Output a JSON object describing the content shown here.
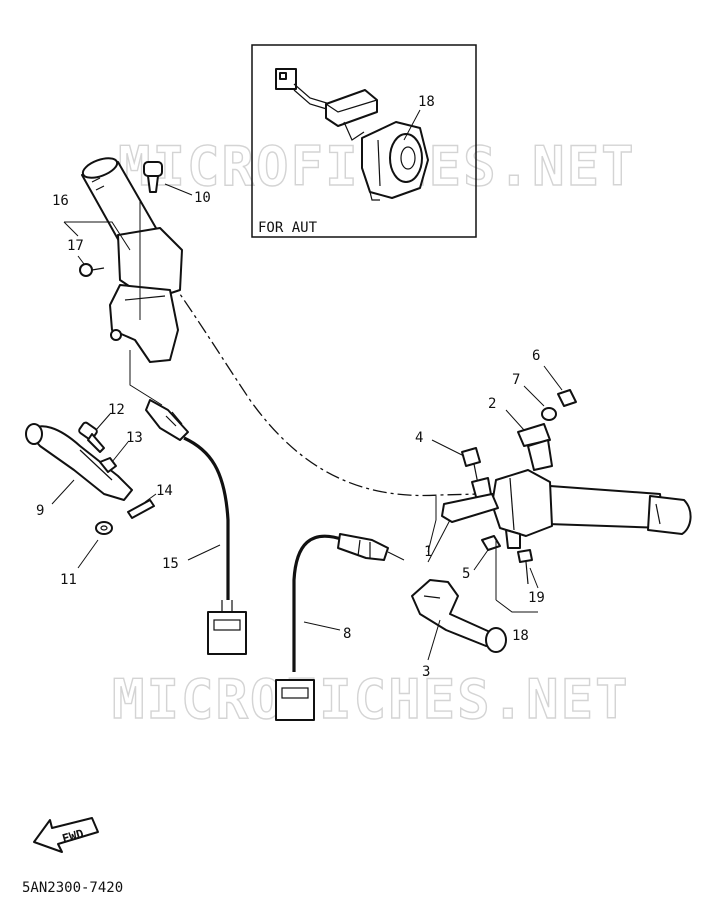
{
  "watermark": "MICROFICHES.NET",
  "inset_label": "FOR AUT",
  "fwd_label": "FWD",
  "drawing_code": "5AN2300-7420",
  "callouts": {
    "c1": "1",
    "c2": "2",
    "c3": "3",
    "c4": "4",
    "c5": "5",
    "c6": "6",
    "c7": "7",
    "c8": "8",
    "c9": "9",
    "c10": "10",
    "c11": "11",
    "c12": "12",
    "c13": "13",
    "c14": "14",
    "c15": "15",
    "c16": "16",
    "c17": "17",
    "c18_inset": "18",
    "c18": "18",
    "c19": "19"
  }
}
